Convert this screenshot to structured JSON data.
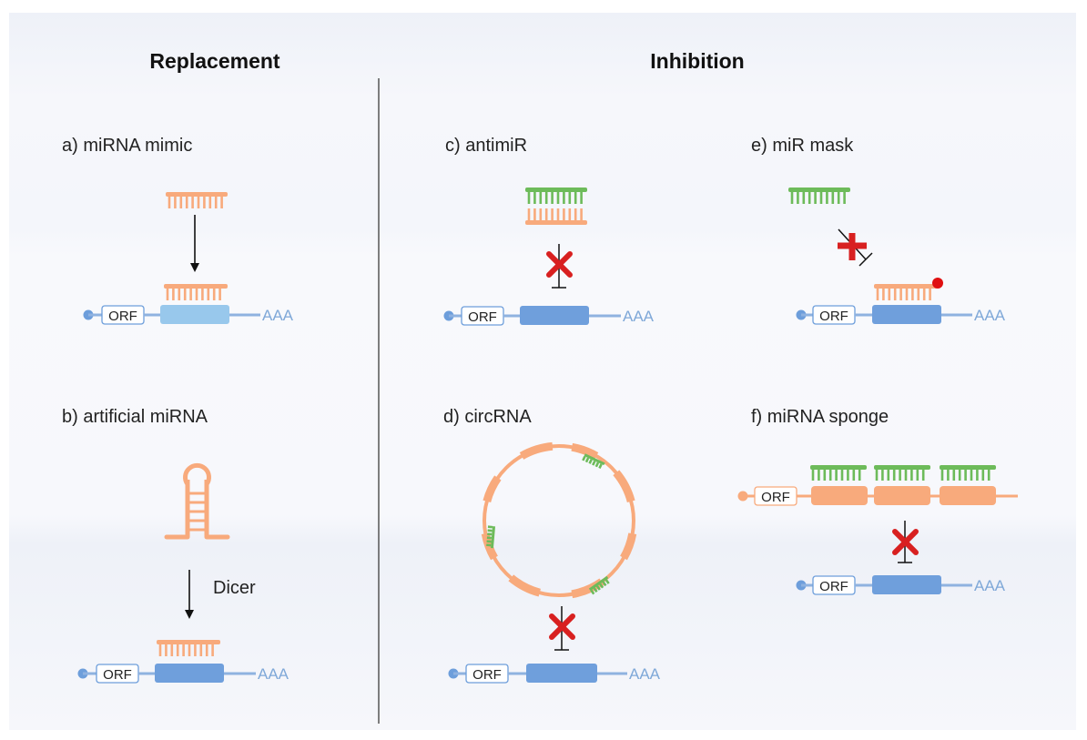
{
  "headers": {
    "replacement": "Replacement",
    "inhibition": "Inhibition"
  },
  "panels": {
    "a": "a) miRNA mimic",
    "b": "b) artificial miRNA",
    "c": "c) antimiR",
    "d": "d) circRNA",
    "e": "e) miR mask",
    "f": "f) miRNA sponge"
  },
  "labels": {
    "orf": "ORF",
    "polya": "AAA",
    "dicer": "Dicer"
  },
  "colors": {
    "mirna_orange": "#f8aa7c",
    "antimir_green": "#6dbb5a",
    "mrna_blue": "#6d9edb",
    "mrna_line": "#8fb2e0",
    "cds_light": "#98c8ec",
    "cds_blue": "#6f9fdc",
    "block_red": "#d82020",
    "cap_red": "#e01010"
  }
}
